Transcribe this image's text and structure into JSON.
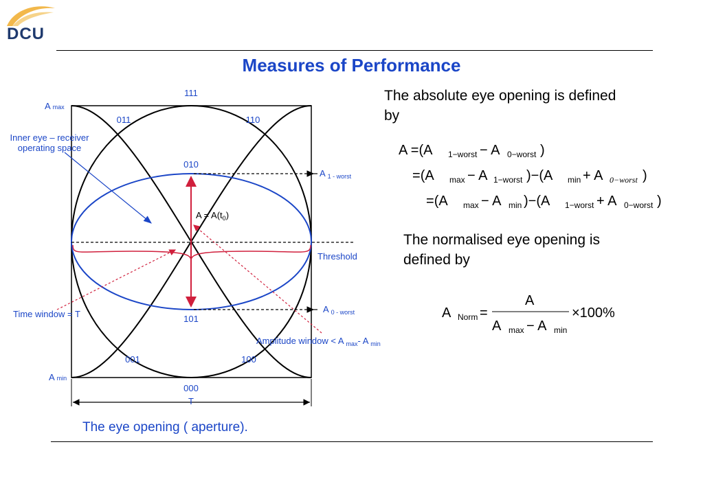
{
  "logo": {
    "text": "DCU"
  },
  "title": "Measures of Performance",
  "caption": "The eye opening ( aperture).",
  "diagram": {
    "codes": {
      "c111": "111",
      "c011": "011",
      "c110": "110",
      "c010": "010",
      "c101": "101",
      "c001": "001",
      "c100": "100",
      "c000": "000"
    },
    "amax": {
      "main": "A",
      "sub": "max"
    },
    "amin": {
      "main": "A",
      "sub": "min"
    },
    "inner_eye_line1": "Inner eye – receiver",
    "inner_eye_line2": "operating space",
    "a1worst": {
      "main": "A",
      "sub": "1 -  worst"
    },
    "a0worst": {
      "main": "A",
      "sub": "0 - worst"
    },
    "center": {
      "main": "A = A(t",
      "sub": "0",
      "close": ")"
    },
    "threshold": "Threshold",
    "time_window": "Time window = T",
    "amplitude_window": {
      "text": "Amplitude window < A ",
      "sub1": "max",
      "mid": "- A ",
      "sub2": "min"
    },
    "t_label": "T"
  },
  "absolute": {
    "line1": "The absolute eye opening is defined",
    "line2": " by"
  },
  "eq1": {
    "r1": {
      "a": "A =",
      "p1": "(A",
      "s1": "1−worst",
      "m": " − A",
      "s2": "0−worst",
      "c": ")"
    },
    "r2": {
      "a": "=",
      "p1": "(A",
      "s1": "max",
      "m1": "− A",
      "s2": "1−worst",
      "m2": ")−(A",
      "s3": "min",
      "m3": "+ A",
      "s4": "0−worst",
      "c": ")"
    },
    "r3": {
      "a": "=",
      "p1": "(A",
      "s1": "max",
      "m1": "− A",
      "s2": "min",
      "m2": ")−(A",
      "s3": "1−worst",
      "m3": "+ A",
      "s4": "0−worst",
      "c": ")"
    }
  },
  "normalised": {
    "line1": "The normalised eye opening is",
    "line2": "defined  by"
  },
  "eq2": {
    "lhs": "A",
    "lhs_sub": "Norm",
    "eq": "=",
    "num": "A",
    "den1": "A",
    "den_sub1": "max",
    "den_minus": "− A",
    "den_sub2": "min",
    "times": "×100%"
  },
  "colors": {
    "blue": "#1b46c7",
    "red": "#d01f3c",
    "black": "#000000"
  }
}
